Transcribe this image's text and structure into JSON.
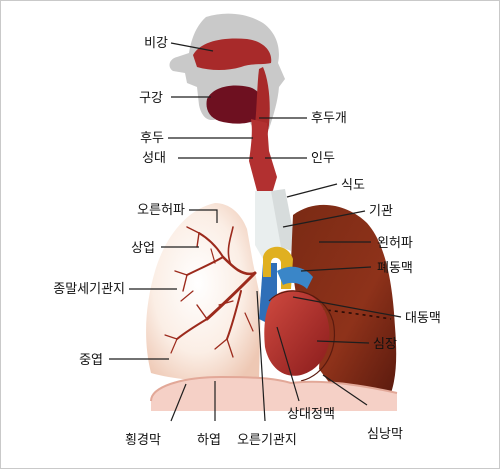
{
  "labels": {
    "nasal_cavity": "비강",
    "oral_cavity": "구강",
    "larynx": "후두",
    "vocal_cords": "성대",
    "right_lung": "오른허파",
    "upper_lobe": "상업",
    "terminal_bronchiole": "종말세기관지",
    "middle_lobe": "중엽",
    "diaphragm": "횡경막",
    "lower_lobe": "하엽",
    "right_bronchus": "오른기관지",
    "epiglottis": "후두개",
    "pharynx": "인두",
    "esophagus": "식도",
    "trachea": "기관",
    "left_lung": "왼허파",
    "pulmonary_artery": "폐동맥",
    "aorta": "대동맥",
    "heart": "심장",
    "superior_vena_cava": "상대정맥",
    "pericardium": "심낭막"
  },
  "colors": {
    "organ_red": "#a82a2a",
    "deep_red": "#6e1020",
    "lung_left_dark": "#7a2a14",
    "lung_right_pale": "#f7e2d4",
    "head_gray": "#c9c9c9",
    "trachea_pale": "#e9eeee",
    "vessel_blue": "#2f6fb8",
    "vessel_yellow": "#e0b020"
  }
}
